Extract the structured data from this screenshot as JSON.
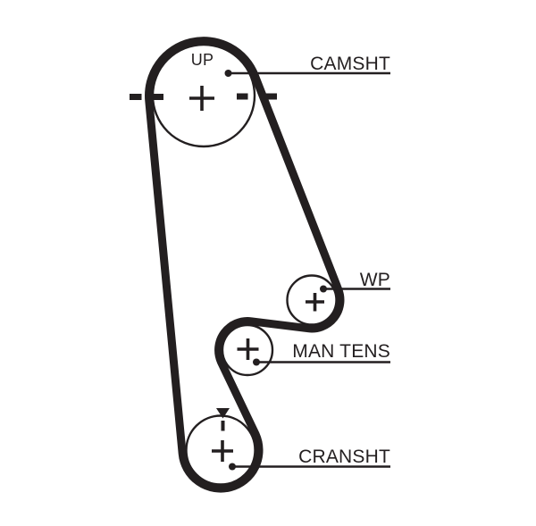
{
  "diagram": {
    "up_label": "UP",
    "pulleys": [
      {
        "id": "camshaft",
        "label": "CAMSHT"
      },
      {
        "id": "water-pump",
        "label": "WP"
      },
      {
        "id": "manual-tensioner",
        "label": "MAN TENS"
      },
      {
        "id": "crankshaft",
        "label": "CRANSHT"
      }
    ],
    "colors": {
      "line": "#231f20",
      "background": "#ffffff"
    }
  }
}
